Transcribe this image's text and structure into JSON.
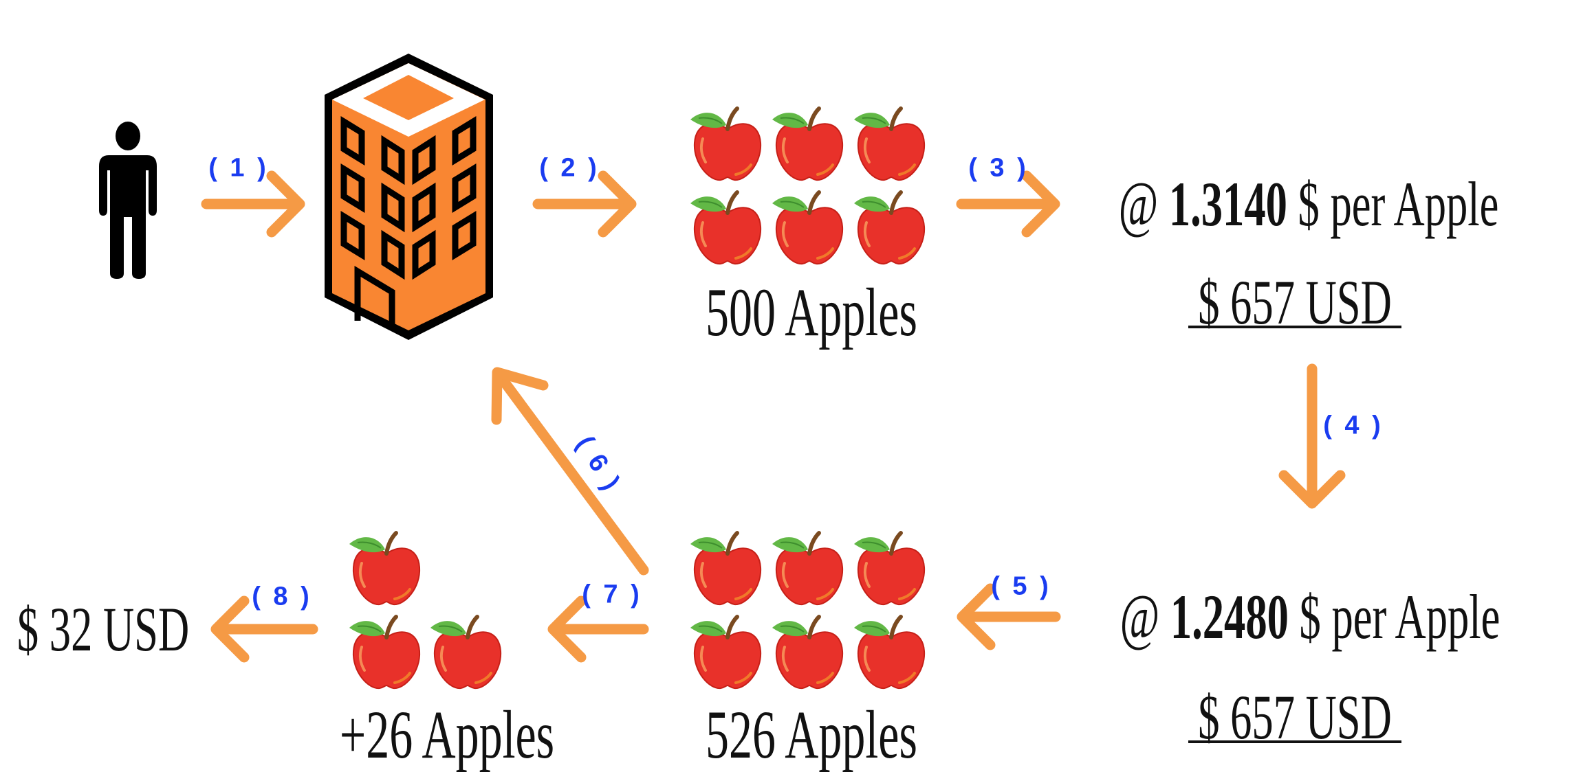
{
  "colors": {
    "arrow": "#F59A45",
    "label": "#1a3cf0",
    "building": "#F98632",
    "apple": "#E8312A",
    "leaf": "#62B846"
  },
  "icons": {
    "person": "person-icon",
    "building": "building-icon",
    "apple": "apple-icon"
  },
  "steps": {
    "s1": "( 1 )",
    "s2": "( 2 )",
    "s3": "( 3 )",
    "s4": "( 4 )",
    "s5": "( 5 )",
    "s6": "( 6 )",
    "s7": "( 7 )",
    "s8": "( 8 )"
  },
  "top": {
    "apples_label": "500 Apples",
    "rate_prefix": "@",
    "rate_value": "1.3140",
    "rate_suffix": "$ per Apple",
    "usd": "$ 657 USD"
  },
  "bottom": {
    "rate_prefix": "@",
    "rate_value": "1.2480",
    "rate_suffix": "$ per Apple",
    "usd": "$ 657 USD",
    "apples_label": "526 Apples",
    "extra_label": "+26 Apples",
    "result": "$ 32 USD"
  }
}
